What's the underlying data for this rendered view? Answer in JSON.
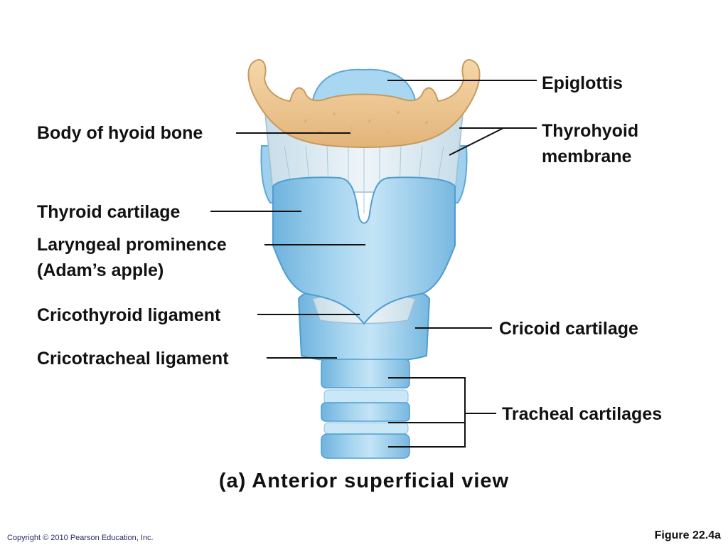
{
  "labels": {
    "epiglottis": "Epiglottis",
    "thyrohyoid_line1": "Thyrohyoid",
    "thyrohyoid_line2": "membrane",
    "hyoid": "Body of hyoid bone",
    "thyroid": "Thyroid cartilage",
    "prominence_line1": "Laryngeal prominence",
    "prominence_line2": "(Adam’s apple)",
    "cricothyroid": "Cricothyroid ligament",
    "cricoid": "Cricoid cartilage",
    "cricotracheal": "Cricotracheal ligament",
    "tracheal": "Tracheal cartilages"
  },
  "caption": "(a) Anterior superficial view",
  "copyright": "Copyright © 2010 Pearson Education, Inc.",
  "figure_number": "Figure 22.4a",
  "colors": {
    "cartilage": "#9fd0ee",
    "cartilage_light": "#c9e7f7",
    "cartilage_dark": "#5ea7d6",
    "bone": "#efc892",
    "bone_dark": "#d4a66a",
    "membrane": "#dbeaf3",
    "leader": "#111111"
  }
}
